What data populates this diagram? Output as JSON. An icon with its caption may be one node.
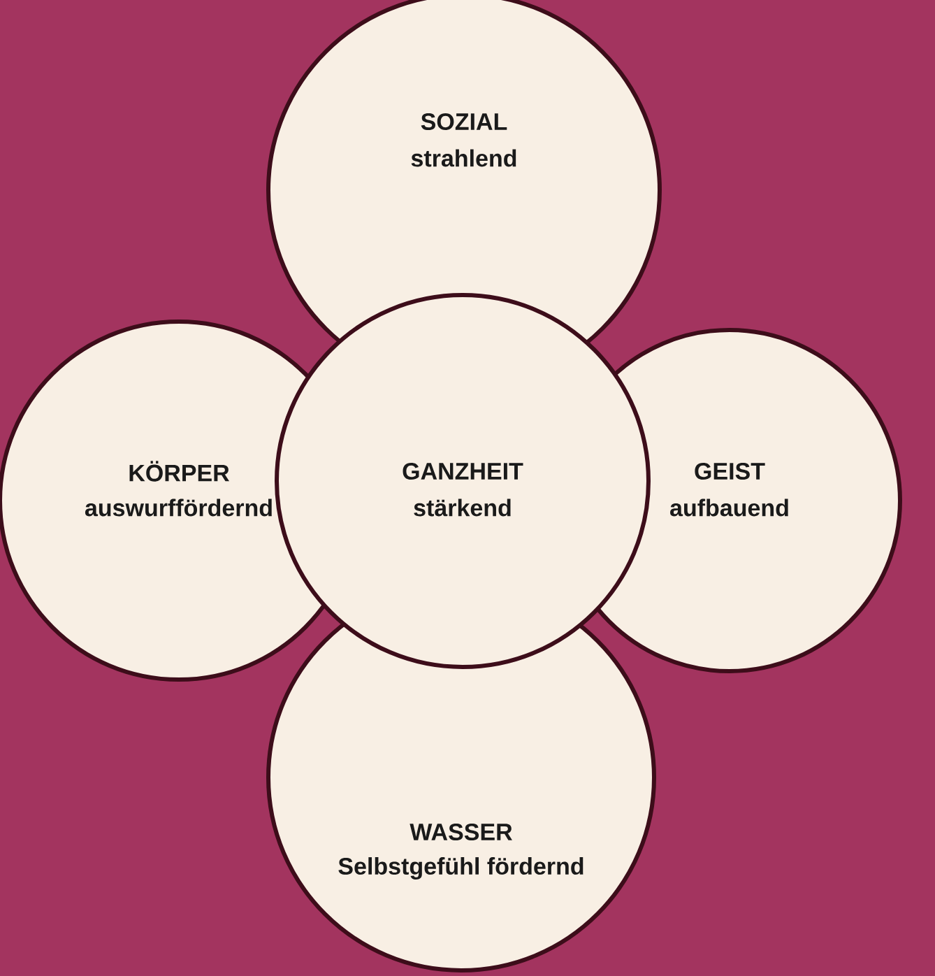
{
  "diagram": {
    "nodes": [
      {
        "text": [
          "SOZIAL",
          "strahlend"
        ]
      },
      {
        "text": [
          "KÖRPER",
          "auswurffördernd"
        ]
      },
      {
        "text": [
          "GANZHEIT",
          "stärkend"
        ]
      },
      {
        "text": [
          "GEIST",
          "aufbauend"
        ]
      },
      {
        "text": [
          "WASSER",
          "Selbstgefühl fördernd"
        ]
      }
    ]
  }
}
